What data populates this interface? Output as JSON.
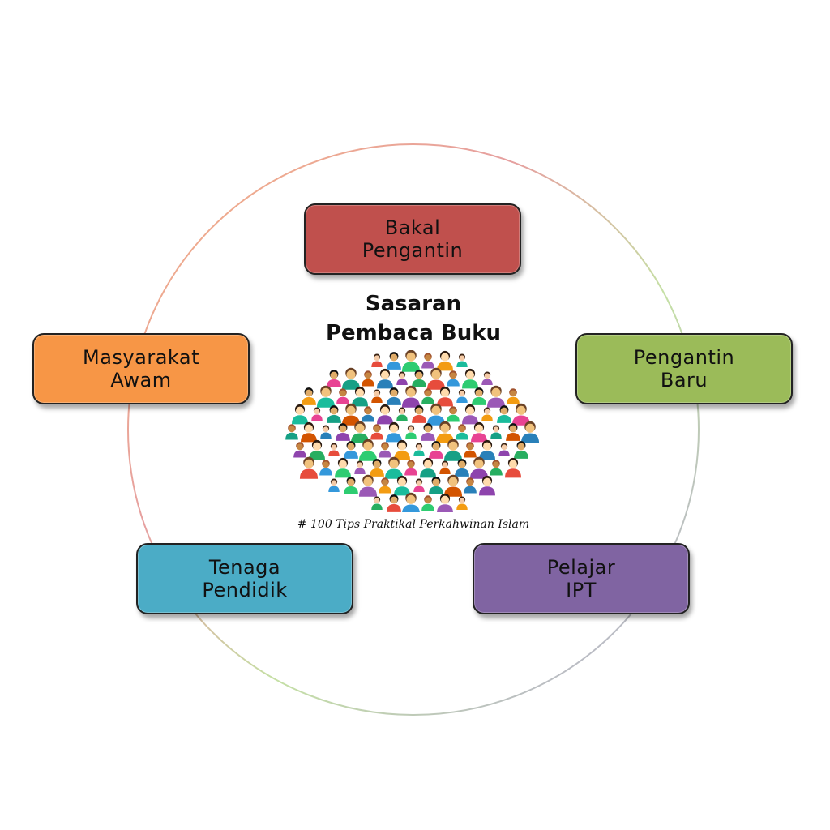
{
  "diagram": {
    "title_line1": "Sasaran",
    "title_line2": "Pembaca Buku",
    "caption": "# 100 Tips Praktikal Perkahwinan Islam",
    "nodes": [
      {
        "id": "bakal-pengantin",
        "line1": "Bakal",
        "line2": "Pengantin",
        "color": "#c0504d"
      },
      {
        "id": "pengantin-baru",
        "line1": "Pengantin",
        "line2": "Baru",
        "color": "#9bbb59"
      },
      {
        "id": "pelajar-ipt",
        "line1": "Pelajar",
        "line2": "IPT",
        "color": "#8064a2"
      },
      {
        "id": "tenaga-pendidik",
        "line1": "Tenaga",
        "line2": "Pendidik",
        "color": "#4bacc6"
      },
      {
        "id": "masyarakat-awam",
        "line1": "Masyarakat",
        "line2": "Awam",
        "color": "#f79646"
      }
    ],
    "crowd_colors": [
      "#e74c3c",
      "#3498db",
      "#2ecc71",
      "#9b59b6",
      "#f39c12",
      "#1abc9c",
      "#e84393",
      "#16a085",
      "#d35400",
      "#2980b9",
      "#8e44ad",
      "#27ae60"
    ]
  }
}
